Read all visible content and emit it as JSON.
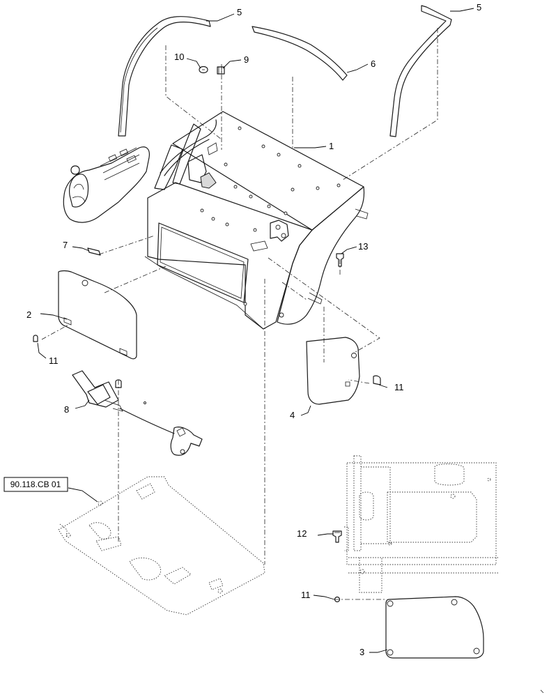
{
  "callouts": {
    "c1": "1",
    "c2": "2",
    "c3": "3",
    "c4": "4",
    "c5a": "5",
    "c5b": "5",
    "c6": "6",
    "c7": "7",
    "c8": "8",
    "c9": "9",
    "c10": "10",
    "c11a": "11",
    "c11b": "11",
    "c11c": "11",
    "c12": "12",
    "c13": "13"
  },
  "reference": {
    "label": "90.118.CB 01"
  }
}
